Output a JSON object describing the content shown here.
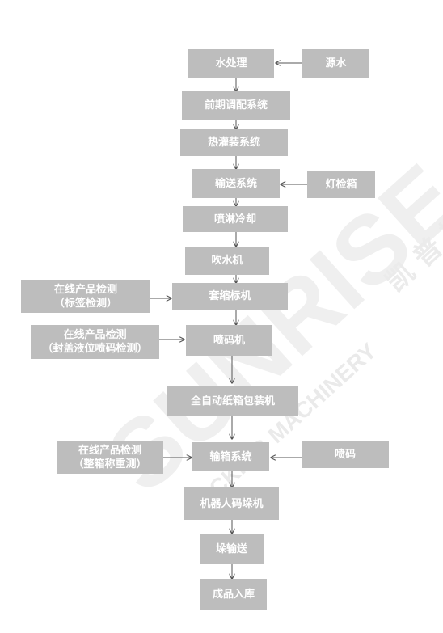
{
  "diagram": {
    "nodes": {
      "water_treatment": "水处理",
      "source_water": "源水",
      "pre_mixing": "前期调配系统",
      "hot_filling": "热灌装系统",
      "conveying": "输送系统",
      "light_box": "灯检箱",
      "spray_cooling": "喷淋冷却",
      "blow_dryer": "吹水机",
      "inline_label_check_1": "在线产品检测",
      "inline_label_check_2": "（标签检测）",
      "shrink_sleeve": "套缩标机",
      "inline_cap_check_1": "在线产品检测",
      "inline_cap_check_2": "（封盖液位喷码检测）",
      "coder": "喷码机",
      "case_packer": "全自动纸箱包装机",
      "inline_weight_check_1": "在线产品检测",
      "inline_weight_check_2": "（整箱称重测）",
      "case_conveying": "输箱系统",
      "case_coding": "喷码",
      "robot_palletizer": "机器人码垛机",
      "pallet_conveying": "垛输送",
      "warehouse": "成品入库"
    },
    "watermark": {
      "brand": "SUNRISE",
      "sub": "PACKING MACHINERY",
      "cn": "凯 普 斯"
    }
  }
}
